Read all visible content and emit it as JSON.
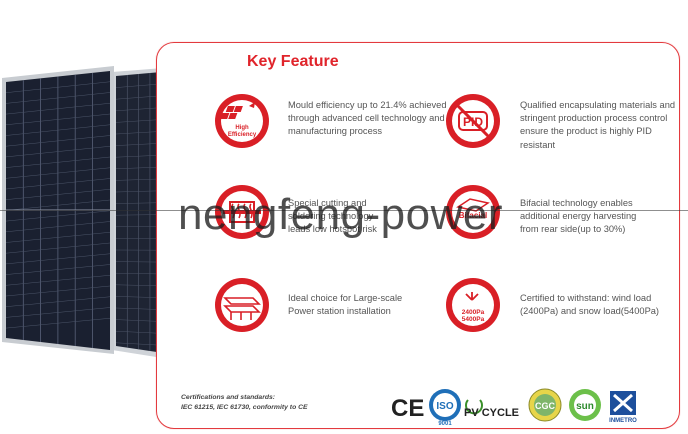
{
  "title": "Key Feature",
  "features": [
    {
      "icon": "high-efficiency-icon",
      "badge": "High Efficiency",
      "text": "Mould efficiency up to 21.4% achieved through advanced cell technology and manufacturing process"
    },
    {
      "icon": "pid-icon",
      "badge": "PID",
      "text": "Qualified encapsulating materials and stringent production process control ensure the product is highly PID resistant"
    },
    {
      "icon": "hotspot-icon",
      "badge": "",
      "text": "Special cutting and soldering technology leads low hotspot risk"
    },
    {
      "icon": "bifacial-icon",
      "badge": "Bifacial",
      "text": "Bifacial technology enables additional energy harvesting from rear side(up to 30%)"
    },
    {
      "icon": "power-station-icon",
      "badge": "",
      "text": "Ideal choice for Large-scale Power station installation"
    },
    {
      "icon": "load-icon",
      "badge": "2400Pa 5400Pa",
      "text": "Certified to withstand: wind load (2400Pa) and snow load(5400Pa)"
    }
  ],
  "certifications": {
    "line1": "Certifications and standards:",
    "line2": "IEC 61215, IEC 61730, conformity to CE",
    "logos": {
      "ce": "CE",
      "iso": "ISO",
      "iso_num": "9001",
      "pvcycle": "PV CYCLE",
      "inmetro": "INMETRO",
      "sun": "sun"
    }
  },
  "watermark": "nengfeng-power",
  "colors": {
    "accent": "#e0242b",
    "text": "#555555",
    "panel": "#1c2230"
  }
}
